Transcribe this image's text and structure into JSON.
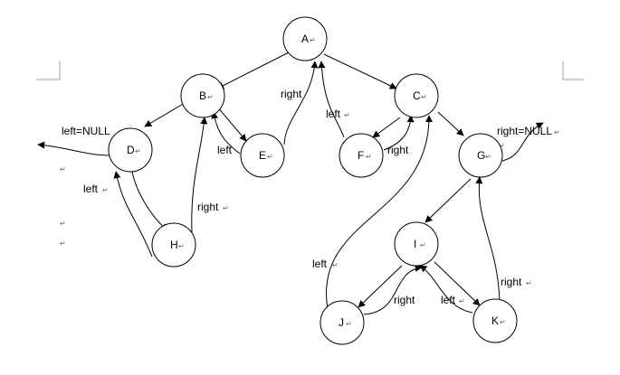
{
  "nodes": [
    {
      "id": "A",
      "label": "A"
    },
    {
      "id": "B",
      "label": "B"
    },
    {
      "id": "C",
      "label": "C"
    },
    {
      "id": "D",
      "label": "D"
    },
    {
      "id": "E",
      "label": "E"
    },
    {
      "id": "F",
      "label": "F"
    },
    {
      "id": "G",
      "label": "G"
    },
    {
      "id": "H",
      "label": "H"
    },
    {
      "id": "I",
      "label": "I"
    },
    {
      "id": "J",
      "label": "J"
    },
    {
      "id": "K",
      "label": "K"
    }
  ],
  "edge_labels": {
    "d_left_null": "left=NULL",
    "h_left": "left",
    "h_right": "right",
    "e_left": "left",
    "e_right": "right",
    "f_left": "left",
    "f_right": "right",
    "g_right_null": "right=NULL",
    "j_left": "left",
    "j_right": "right",
    "k_left": "left",
    "k_right": "right"
  },
  "return_mark": "↵"
}
